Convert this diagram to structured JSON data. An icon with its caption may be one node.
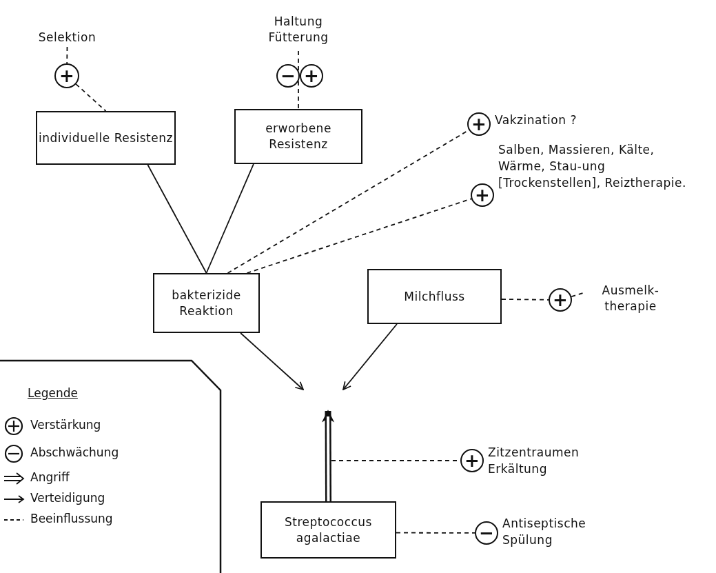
{
  "diagram": {
    "nodes": [
      {
        "text": [
          "Selektion"
        ]
      },
      {
        "text": [
          "+"
        ]
      },
      {
        "text": [
          "individuelle Resistenz"
        ]
      },
      {
        "text": [
          "Haltung Fütterung"
        ]
      },
      {
        "text": [
          "−"
        ]
      },
      {
        "text": [
          "+"
        ]
      },
      {
        "text": [
          "erworbene Resistenz"
        ]
      },
      {
        "text": [
          "+"
        ],
        "beside": [
          "Vakzination ?"
        ]
      },
      {
        "text": [
          "+"
        ],
        "beside": [
          "Salben, Massieren, Kälte, Wärme, Stau-ung [Trockenstellen], Reiztherapie."
        ]
      },
      {
        "text": [
          "bakterizide Reaktion"
        ]
      },
      {
        "text": [
          "Milchfluss"
        ]
      },
      {
        "text": [
          "+"
        ]
      },
      {
        "text": [
          "Ausmelk-therapie"
        ]
      },
      {
        "text": [
          "+"
        ],
        "beside": [
          "Zitzentraumen Erkältung"
        ]
      },
      {
        "text": [
          "Streptococcus agalactiae"
        ]
      },
      {
        "text": [
          "−"
        ],
        "beside": [
          "Antiseptische Spülung"
        ]
      }
    ],
    "edges": [
      {
        "from": 0,
        "to": 1,
        "arrow": "none",
        "style": "dashed"
      },
      {
        "from": 1,
        "to": 2,
        "arrow": "none",
        "style": "dashed"
      },
      {
        "from": 3,
        "to": 6,
        "arrow": "none",
        "style": "dashed"
      },
      {
        "from": 2,
        "to": 9,
        "arrow": "none"
      },
      {
        "from": 6,
        "to": 9,
        "arrow": "none"
      },
      {
        "from": 9,
        "to": 7,
        "arrow": "none",
        "style": "dashed"
      },
      {
        "from": 9,
        "to": 8,
        "arrow": "none",
        "style": "dashed"
      },
      {
        "from": 10,
        "to": 11,
        "arrow": "none",
        "style": "dashed"
      },
      {
        "from": 11,
        "to": 12,
        "arrow": "none",
        "style": "dashed"
      },
      {
        "from": 9,
        "to": null,
        "arrow": "to"
      },
      {
        "from": 10,
        "to": null,
        "arrow": "to"
      },
      {
        "from": 14,
        "to": null,
        "arrow": "to",
        "style": "thick"
      },
      {
        "from": null,
        "to": 13,
        "arrow": "none",
        "style": "dashed"
      },
      {
        "from": 14,
        "to": 15,
        "arrow": "none",
        "style": "dashed"
      }
    ],
    "labels": [
      "Legende"
    ],
    "legend": [
      {
        "text": "Verstärkung"
      },
      {
        "text": "Abschwächung"
      },
      {
        "text": "Angriff"
      },
      {
        "text": "Verteidigung"
      },
      {
        "text": "Beeinflussung"
      }
    ]
  }
}
